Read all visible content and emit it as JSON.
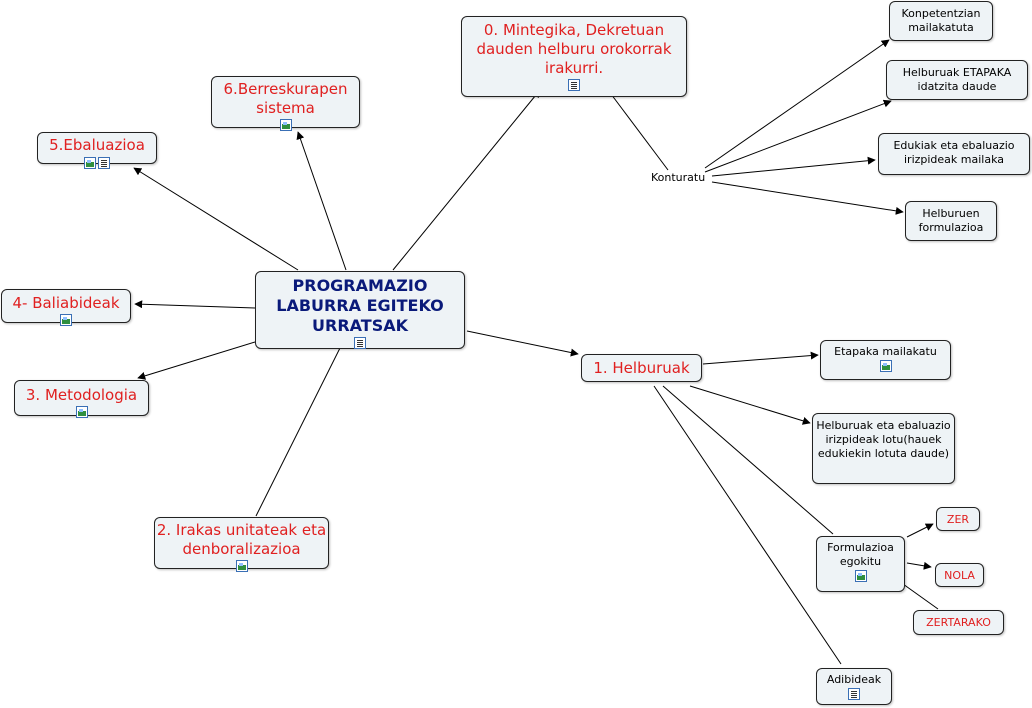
{
  "center": "PROGRAMAZIO LABURRA EGITEKO URRATSAK",
  "branches": {
    "b0": "0. Mintegika, Dekretuan dauden helburu orokorrak irakurri.",
    "b1": "1. Helburuak",
    "b2": "2. Irakas unitateak eta denboralizazioa",
    "b3": "3. Metodologia",
    "b4": "4- Baliabideak",
    "b5": "5.Ebaluazioa",
    "b6": "6.Berreskurapen sistema"
  },
  "konturatu": {
    "label": "Konturatu",
    "items": [
      "Konpetentzian mailakatuta",
      "Helburuak ETAPAKA idatzita daude",
      "Edukiak eta ebaluazio irizpideak mailaka",
      "Helburuen formulazioa"
    ]
  },
  "helburuak": {
    "etapaka": "Etapaka mailakatu",
    "lotu": "Helburuak eta ebaluazio irizpideak lotu(hauek edukiekin lotuta daude)",
    "formulazioa": "Formulazioa egokitu",
    "adibideak": "Adibideak",
    "zer": "ZER",
    "nola": "NOLA",
    "zertarako": "ZERTARAKO"
  },
  "icons": [
    "image-icon",
    "document-icon"
  ]
}
